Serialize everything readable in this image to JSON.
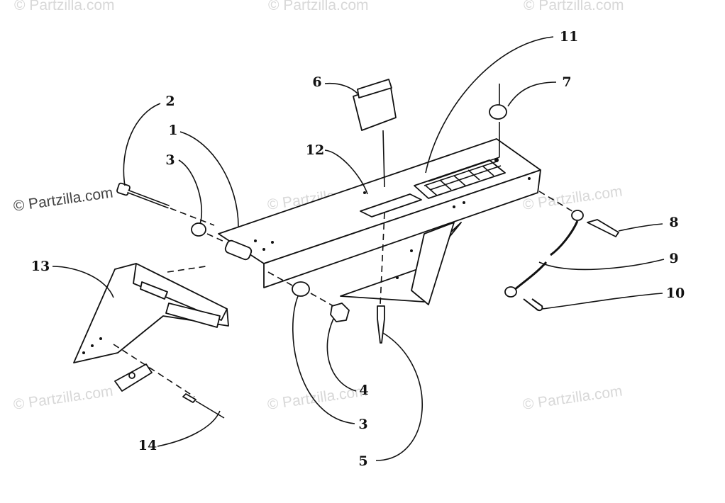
{
  "watermark": {
    "faint_text": "© Partzilla.com",
    "main_text": "© Partzilla.com"
  },
  "callouts": [
    {
      "id": "c1",
      "label": "1"
    },
    {
      "id": "c2",
      "label": "2"
    },
    {
      "id": "c3a",
      "label": "3"
    },
    {
      "id": "c3b",
      "label": "3"
    },
    {
      "id": "c4",
      "label": "4"
    },
    {
      "id": "c5",
      "label": "5"
    },
    {
      "id": "c6",
      "label": "6"
    },
    {
      "id": "c7",
      "label": "7"
    },
    {
      "id": "c8",
      "label": "8"
    },
    {
      "id": "c9",
      "label": "9"
    },
    {
      "id": "c10",
      "label": "10"
    },
    {
      "id": "c11",
      "label": "11"
    },
    {
      "id": "c12",
      "label": "12"
    },
    {
      "id": "c13",
      "label": "13"
    },
    {
      "id": "c14",
      "label": "14"
    }
  ],
  "colors": {
    "ink": "#111111",
    "watermark": "#d8d8d8",
    "background": "#ffffff"
  }
}
